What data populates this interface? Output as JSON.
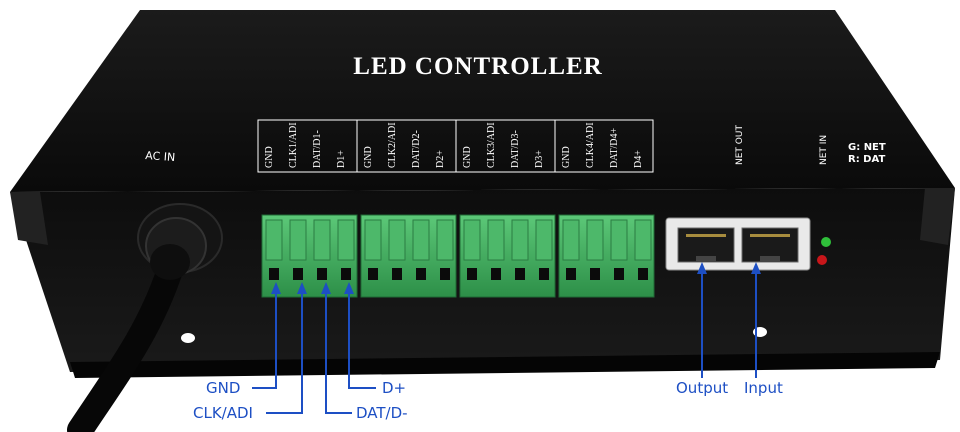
{
  "device": {
    "title": "LED CONTROLLER",
    "ac_in": "AC IN",
    "net_out": "NET OUT",
    "net_in": "NET IN",
    "led_legend": [
      "G: NET",
      "R: DAT"
    ]
  },
  "ports": [
    {
      "group": 1,
      "labels": [
        "GND",
        "CLK1/ADI",
        "DAT/D1-",
        "D1+"
      ]
    },
    {
      "group": 2,
      "labels": [
        "GND",
        "CLK2/ADI",
        "DAT/D2-",
        "D2+"
      ]
    },
    {
      "group": 3,
      "labels": [
        "GND",
        "CLK3/ADI",
        "DAT/D3-",
        "D3+"
      ]
    },
    {
      "group": 4,
      "labels": [
        "GND",
        "CLK4/ADI",
        "DAT/D4+",
        "D4+"
      ]
    }
  ],
  "callouts": {
    "gnd": "GND",
    "clk": "CLK/ADI",
    "dplus": "D+",
    "dat": "DAT/D-",
    "output": "Output",
    "input": "Input"
  },
  "colors": {
    "case": "#111111",
    "terminal": "#3aa85a",
    "callout": "#1d4fc4",
    "led_green": "#2fbf3a",
    "led_red": "#c8161a"
  }
}
